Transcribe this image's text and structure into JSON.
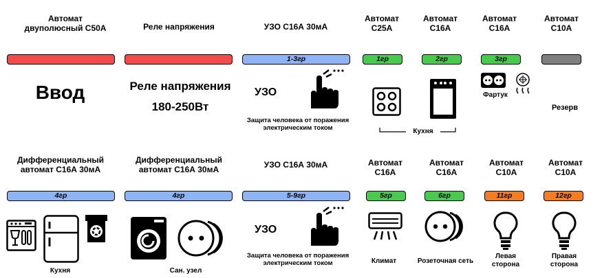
{
  "colors": {
    "red": "#f24b4b",
    "blue": "#8eb4f5",
    "green": "#49c94d",
    "gray": "#7f7f7f",
    "orange": "#f47c22"
  },
  "row1": {
    "h1": [
      "Автомат",
      "двуполюсный С50А"
    ],
    "h2": "Реле напряжения",
    "h3": "УЗО С16А 30мА",
    "h4": [
      "Автомат",
      "С25А"
    ],
    "h5": [
      "Автомат",
      "С16А"
    ],
    "h6": [
      "Автомат",
      "С16А"
    ],
    "h7": [
      "Автомат",
      "С10А"
    ],
    "bar3": "1-3гр",
    "bar4": "1гр",
    "bar5": "2гр",
    "bar6": "3гр",
    "input_text": "Ввод",
    "relay_text": "Реле напряжения",
    "relay_range": "180-250Вт",
    "uzo_text": "УЗО",
    "uzo_caption": [
      "Защита человека от поражения",
      "электрическим током"
    ],
    "apron": "Фартук",
    "reserve": "Резерв",
    "kitchen": "Кухня"
  },
  "row2": {
    "h1": [
      "Дифференциальный",
      "автомат С16А 30мА"
    ],
    "h2": [
      "Дифференциальный",
      "автомат С16А 30мА"
    ],
    "h3": "УЗО С16А 30мА",
    "h4": [
      "Автомат",
      "С16А"
    ],
    "h5": [
      "Автомат",
      "С16А"
    ],
    "h6": [
      "Автомат",
      "С10А"
    ],
    "h7": [
      "Автомат",
      "С10А"
    ],
    "bar1": "4гр",
    "bar2": "4гр",
    "bar3": "5-9гр",
    "bar4": "5гр",
    "bar5": "6гр",
    "bar6": "11гр",
    "bar7": "12гр",
    "uzo_text": "УЗО",
    "uzo_caption": [
      "Защита человека от поражения",
      "электрическим током"
    ],
    "kitchen": "Кухня",
    "bathroom": "Сан. узел",
    "climate": "Климат",
    "sockets": "Розеточная сеть",
    "left": [
      "Левая",
      "сторона"
    ],
    "right": [
      "Правая",
      "сторона"
    ]
  }
}
